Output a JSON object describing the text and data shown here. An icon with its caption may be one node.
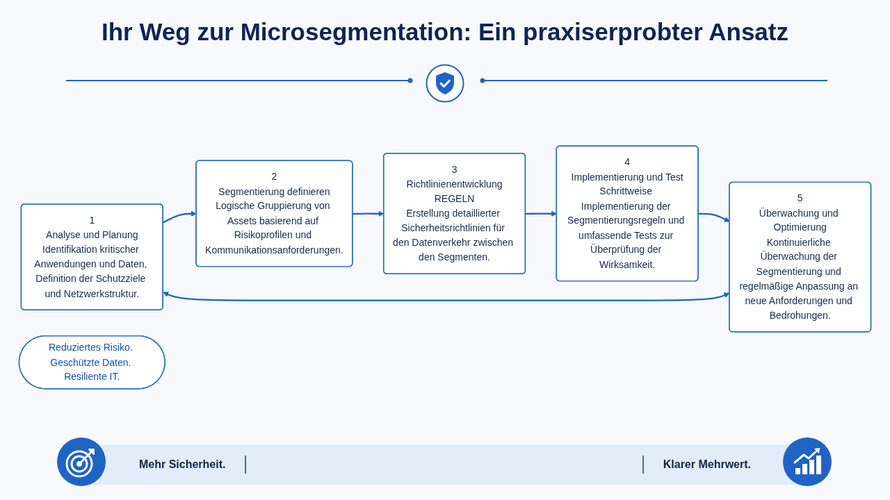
{
  "diagram": {
    "title": "Ihr Weg zur Microsegmentation: Ein praxiserprobter Ansatz",
    "nodes": [
      {
        "text": [
          "1",
          "Analyse und Planung",
          "Identifikation kritischer Anwendungen und Daten, Definition der Schutzziele und Netzwerkstruktur."
        ]
      },
      {
        "text": [
          "2",
          "Segmentierung definieren",
          "Logische Gruppierung von Assets basierend auf Risikoprofilen und Kommunikationsanforderungen."
        ]
      },
      {
        "text": [
          "3",
          "Richtlinienentwicklung",
          "REGELN",
          "Erstellung detaillierter Sicherheitsrichtlinien für den Datenverkehr zwischen den Segmenten."
        ]
      },
      {
        "text": [
          "4",
          "Implementierung und Test",
          "Schrittweise Implementierung der Segmentierungsregeln und umfassende Tests zur Überprüfung der Wirksamkeit."
        ]
      },
      {
        "text": [
          "5",
          "Überwachung und Optimierung",
          "Kontinuierliche Überwachung der Segmentierung und regelmäßige Anpassung an neue Anforderungen und Bedrohungen."
        ]
      },
      {
        "text": [
          "Reduziertes Risiko. Geschützte Daten. Resiliente IT."
        ]
      }
    ],
    "edges": [
      {
        "from": 0,
        "to": 1,
        "arrow": "to"
      },
      {
        "from": 1,
        "to": 2,
        "arrow": "to"
      },
      {
        "from": 2,
        "to": 3,
        "arrow": "to"
      },
      {
        "from": 3,
        "to": 4,
        "arrow": "to"
      },
      {
        "from": 4,
        "to": 0,
        "arrow": "both"
      }
    ],
    "labels": [
      "Mehr Sicherheit.",
      "Klarer Mehrwert."
    ]
  }
}
